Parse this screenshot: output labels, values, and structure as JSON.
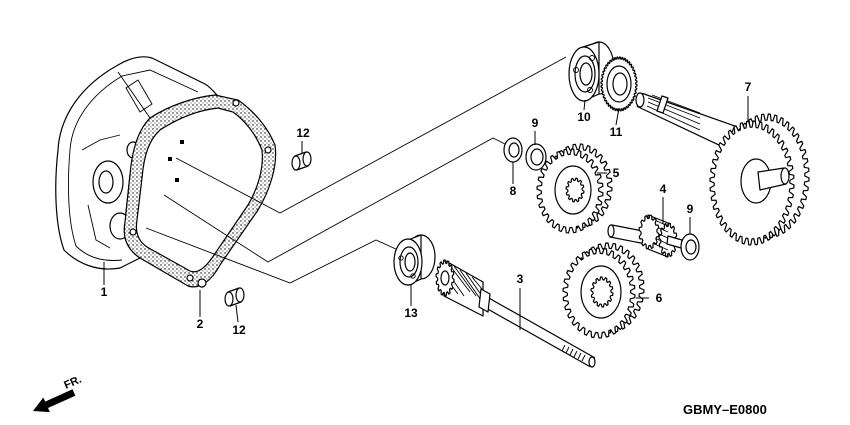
{
  "callouts": [
    "1",
    "2",
    "3",
    "4",
    "5",
    "6",
    "7",
    "8",
    "9",
    "9",
    "10",
    "11",
    "12",
    "12",
    "13"
  ],
  "front_mark": "FR.",
  "diagram_code": "GBMY–E0800"
}
